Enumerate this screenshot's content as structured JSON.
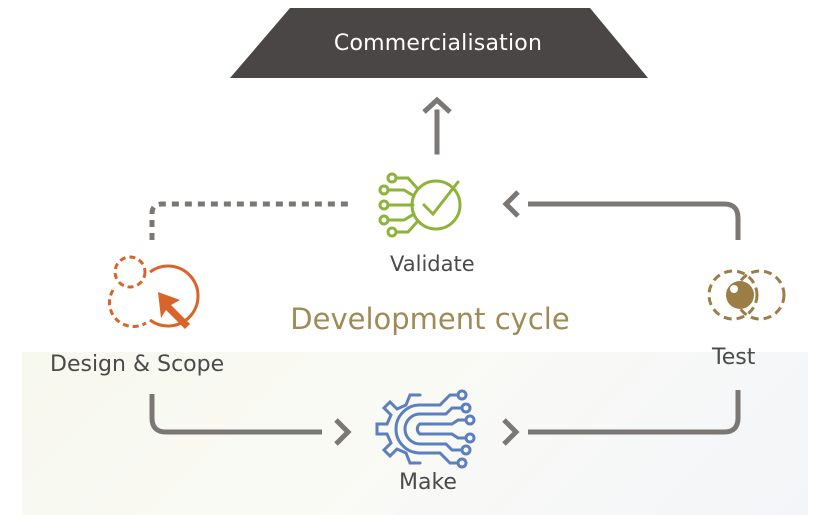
{
  "banner": {
    "label": "Commercialisation"
  },
  "center_title": "Development cycle",
  "stages": {
    "validate": {
      "label": "Validate",
      "icon": "circuit-checkmark-icon",
      "color": "#8db33a"
    },
    "design": {
      "label": "Design & Scope",
      "icon": "cursor-target-icon",
      "color": "#d9642a"
    },
    "test": {
      "label": "Test",
      "icon": "eye-icon",
      "color": "#9b7d45"
    },
    "make": {
      "label": "Make",
      "icon": "gear-circuit-icon",
      "color": "#5b7fbf"
    }
  },
  "colors": {
    "banner": "#4a4646",
    "connector": "#7a7775",
    "title": "#a08a55",
    "text": "#4a4a4a"
  }
}
